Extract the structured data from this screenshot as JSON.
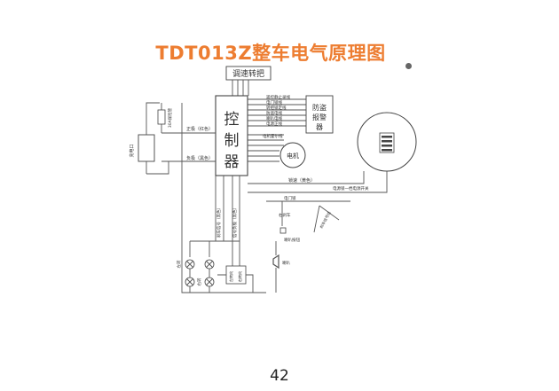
{
  "title": "TDT013Z整车电气原理图",
  "page_number": "42",
  "diagram": {
    "speed_handle": "调速转把",
    "controller": [
      "控",
      "制",
      "器"
    ],
    "alarm": [
      "防盗",
      "报警",
      "器"
    ],
    "motor": "电机",
    "battery": "充电口",
    "fuse": "30A保险管",
    "key_switch": "电门锁",
    "positive_wire": "正极（红色）",
    "negative_wire": "负极（黑色）",
    "cruise": "锁速（黄色）",
    "brake_light_wire": "刹车信号线",
    "brake_switch": "电源锁一档电源开关",
    "left_brake": "左刹车",
    "right_brake": "右刹车",
    "horn": "喇叭",
    "horn_switch": "喇叭按钮",
    "left_turn": "左转向",
    "right_turn": "右转向",
    "turn_switch": "转向开关",
    "left_lamp_label": "左转",
    "right_lamp_label": "右转",
    "hall_wire": "电机霍尔线",
    "alarm_wires": [
      "遥控静止录线",
      "电门锁线",
      "转把锁定线",
      "防盗电线",
      "喇叭电线",
      "电源正线"
    ],
    "brake_wire_left": "刹车信号（黑色）",
    "brake_wire_right": "信号负极（黑色）"
  }
}
